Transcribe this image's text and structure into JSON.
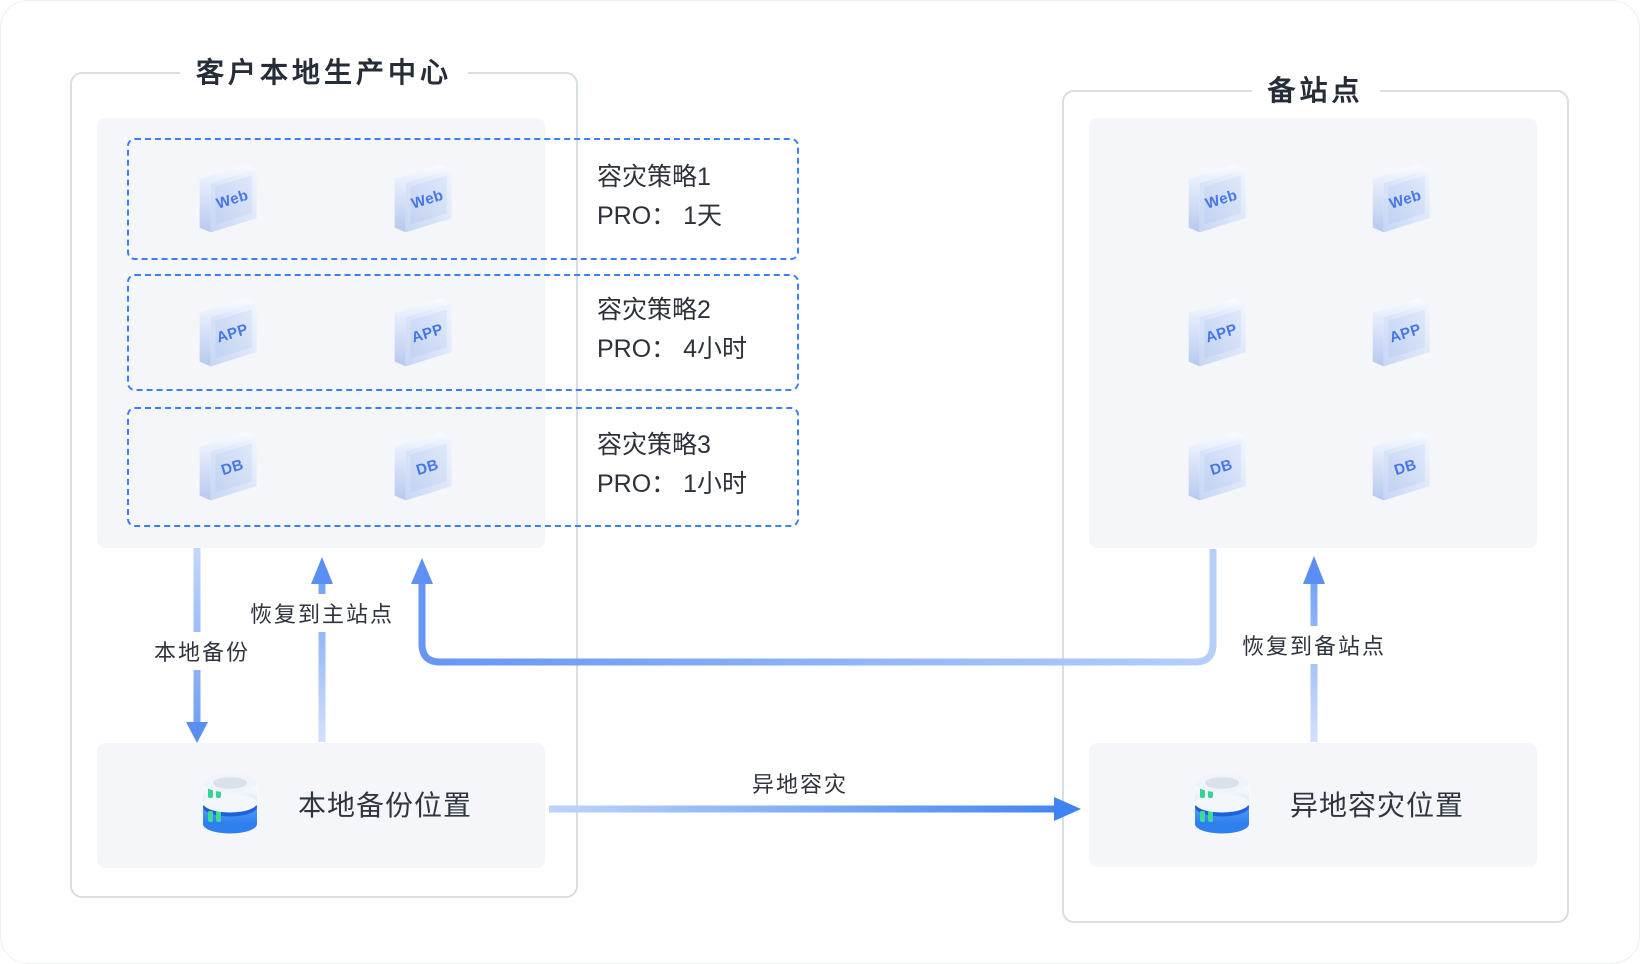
{
  "left_panel": {
    "title": "客户本地生产中心",
    "server_rows": [
      [
        "Web",
        "Web"
      ],
      [
        "APP",
        "APP"
      ],
      [
        "DB",
        "DB"
      ]
    ],
    "strategies": [
      {
        "name": "容灾策略1",
        "rpo": "PRO： 1天"
      },
      {
        "name": "容灾策略2",
        "rpo": "PRO： 4小时"
      },
      {
        "name": "容灾策略3",
        "rpo": "PRO： 1小时"
      }
    ],
    "backup_location_label": "本地备份位置"
  },
  "right_panel": {
    "title": "备站点",
    "server_rows": [
      [
        "Web",
        "Web"
      ],
      [
        "APP",
        "APP"
      ],
      [
        "DB",
        "DB"
      ]
    ],
    "dr_location_label": "异地容灾位置"
  },
  "arrows": {
    "local_backup": "本地备份",
    "restore_to_primary": "恢复到主站点",
    "offsite_dr": "异地容灾",
    "restore_to_backup": "恢复到备站点"
  },
  "colors": {
    "dashed_border": "#3c7df8",
    "arrow_strong": "#3f82f2",
    "arrow_light": "#b6cff9",
    "panel_border": "#d8dde6",
    "box_fill": "#f4f6fa",
    "cube_label": "#4577e6",
    "db_green": "#35d391",
    "db_blue": "#2e7df0",
    "text_dark": "#2b303a"
  }
}
